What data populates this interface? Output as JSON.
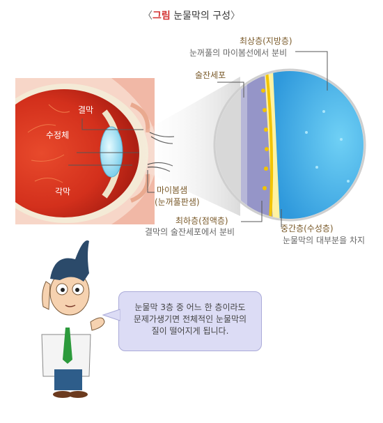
{
  "title": {
    "open": "〈",
    "lead": "그림",
    "rest": " 눈물막의 구성",
    "close": "〉"
  },
  "eye_labels": {
    "conjunctiva": "결막",
    "lens": "수정체",
    "cornea": "각막"
  },
  "layers": {
    "lipid_title": "최상층(지방층)",
    "lipid_desc": "눈꺼풀의 마이봄선에서 분비",
    "goblet": "술잔세포",
    "meibomian_title": "마이봄샘",
    "meibomian_desc": "(눈꺼풀판샘)",
    "mucin_title": "최하층(점액층)",
    "mucin_desc": "결막의 술잔세포에서 분비",
    "aqueous_title": "중간층(수성층)",
    "aqueous_desc": "눈물막의 대부분을 차지"
  },
  "bubble": {
    "line1": "눈물막 3층 중 어느 한 층이라도",
    "line2": "문제가생기면 전체적인 눈물막의",
    "line3": "질이 떨어지게 됩니다."
  }
}
